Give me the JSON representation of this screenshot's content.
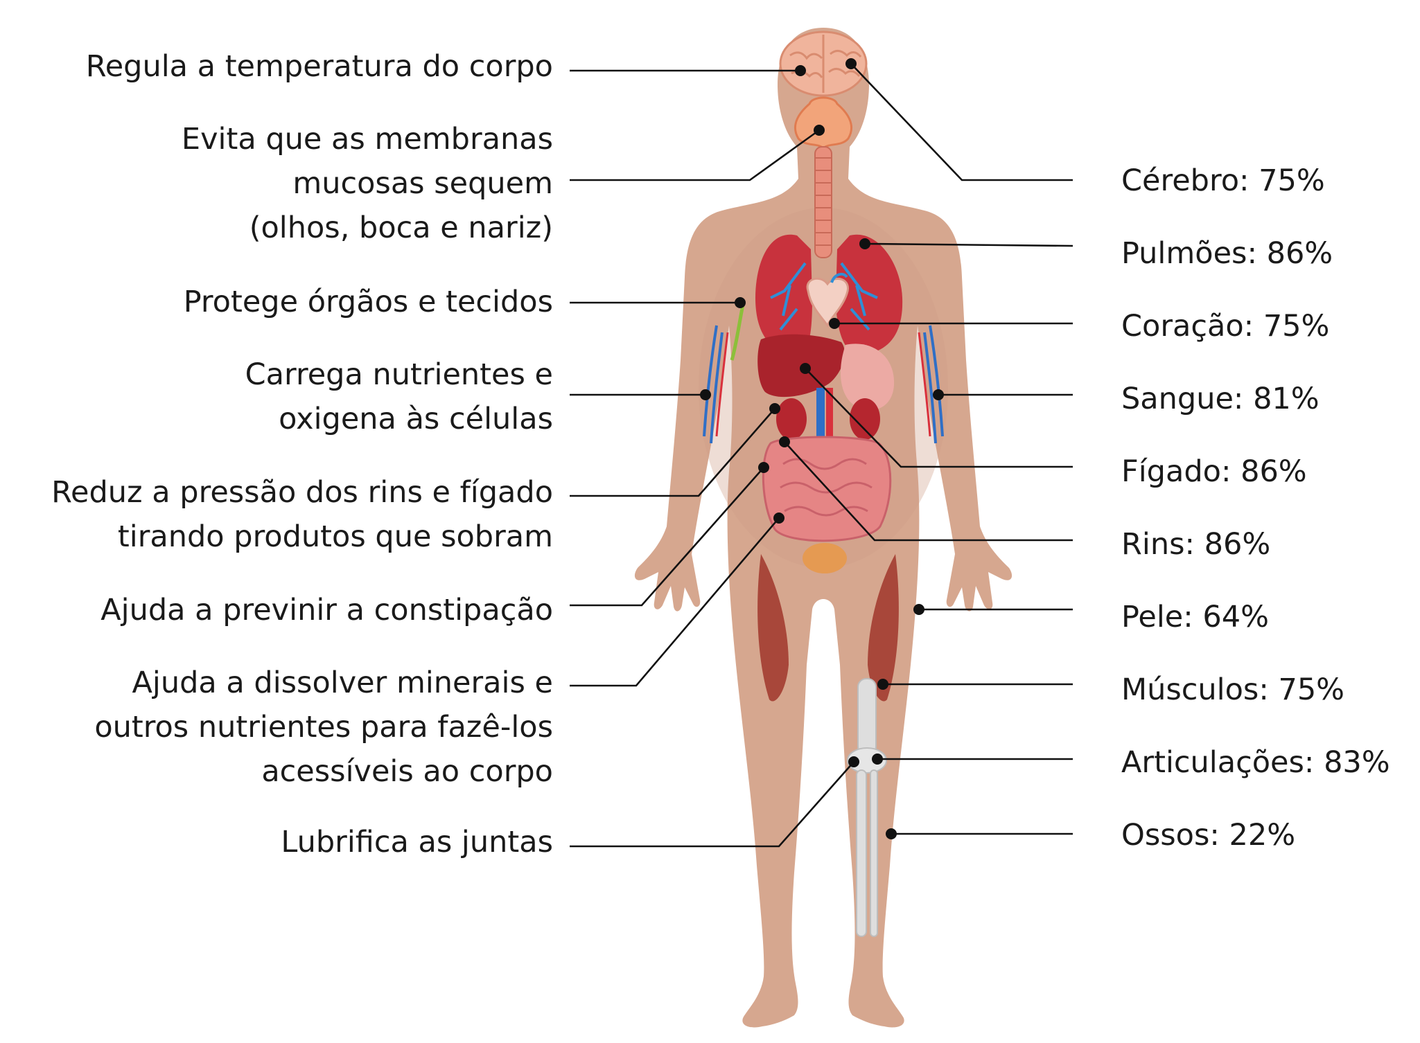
{
  "colors": {
    "skin": "#d6a78f",
    "skin_shadow": "#c9957c",
    "brain": "#f0b49c",
    "lungs": "#c8323d",
    "vessels_blue": "#2f8fd6",
    "liver": "#a9232c",
    "intestine": "#e58585",
    "muscle": "#a8473a",
    "bone": "#dedede",
    "leader": "#111111"
  },
  "functions": [
    {
      "lines": [
        "Regula a temperatura do corpo"
      ]
    },
    {
      "lines": [
        "Evita que as membranas",
        "mucosas sequem",
        "(olhos, boca e nariz)"
      ]
    },
    {
      "lines": [
        "Protege órgãos e tecidos"
      ]
    },
    {
      "lines": [
        "Carrega nutrientes e",
        "oxigena às células"
      ]
    },
    {
      "lines": [
        "Reduz a pressão dos rins e fígado",
        "tirando produtos que sobram"
      ]
    },
    {
      "lines": [
        "Ajuda a previnir a constipação"
      ]
    },
    {
      "lines": [
        "Ajuda a dissolver minerais e",
        "outros nutrientes para fazê-los",
        "acessíveis ao corpo"
      ]
    },
    {
      "lines": [
        "Lubrifica as juntas"
      ]
    }
  ],
  "parts": [
    {
      "name": "Cérebro",
      "percent": "75%"
    },
    {
      "name": "Pulmões",
      "percent": "86%"
    },
    {
      "name": "Coração",
      "percent": "75%"
    },
    {
      "name": "Sangue",
      "percent": "81%"
    },
    {
      "name": "Fígado",
      "percent": "86%"
    },
    {
      "name": "Rins",
      "percent": "86%"
    },
    {
      "name": "Pele",
      "percent": "64%"
    },
    {
      "name": "Músculos",
      "percent": "75%"
    },
    {
      "name": "Articulações",
      "percent": "83%"
    },
    {
      "name": "Ossos",
      "percent": "22%"
    }
  ]
}
